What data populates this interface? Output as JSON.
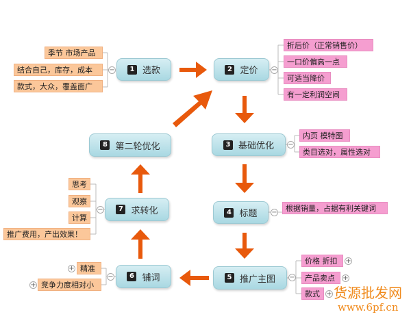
{
  "nodes": [
    {
      "num": "1",
      "label": "选款"
    },
    {
      "num": "2",
      "label": "定价"
    },
    {
      "num": "3",
      "label": "基础优化"
    },
    {
      "num": "4",
      "label": "标题"
    },
    {
      "num": "5",
      "label": "推广主图"
    },
    {
      "num": "6",
      "label": "铺词"
    },
    {
      "num": "7",
      "label": "求转化"
    },
    {
      "num": "8",
      "label": "第二轮优化"
    }
  ],
  "leaves": {
    "n1": [
      "季节 市场产品",
      "结合自己，库存，成本",
      "款式，大众，覆盖面广"
    ],
    "n2": [
      "折后价（正常销售价）",
      "一口价偏高一点",
      "可适当降价",
      "有一定利润空间"
    ],
    "n3": [
      "内页 模特图",
      "类目选对，属性选对"
    ],
    "n4": [
      "根据销量，占据有利关键词"
    ],
    "n5": [
      "价格 折扣",
      "产品卖点",
      "款式"
    ],
    "n6": [
      "精准",
      "竞争力度相对小"
    ],
    "n7": [
      "思考",
      "观察",
      "计算",
      "推广费用，产出效果！"
    ]
  },
  "watermark": {
    "name": "货源批发网",
    "url": "www.6pf.cn"
  },
  "colors": {
    "arrow": "#e8590c",
    "orange_leaf": "#fbc79a",
    "pink_leaf": "#f59ed0",
    "node": "#a9d8e2"
  }
}
